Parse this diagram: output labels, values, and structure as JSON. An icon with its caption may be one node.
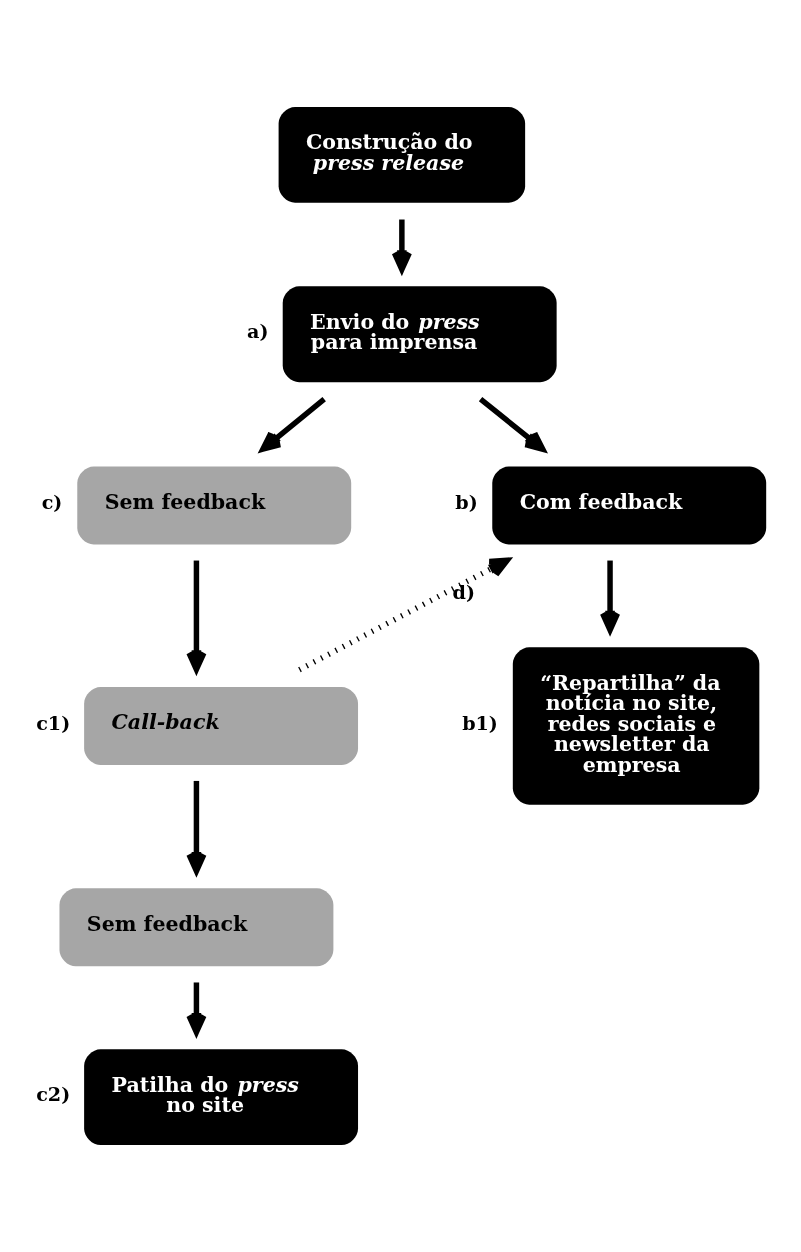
{
  "diagram": {
    "nodes": [
      {
        "text": [
          "Construção do *press release*"
        ]
      },
      {
        "text": [
          "Envio do *press* para imprensa"
        ],
        "beside": [
          "a)"
        ]
      },
      {
        "text": [
          "Sem feedback"
        ],
        "beside": [
          "c)"
        ]
      },
      {
        "text": [
          "Com feedback"
        ],
        "beside": [
          "b)"
        ]
      },
      {
        "text": [
          "Call-back"
        ],
        "beside": [
          "c1)"
        ]
      },
      {
        "text": [
          "“Repartilha” da notícia no site, redes sociais e newsletter da empresa"
        ],
        "beside": [
          "b1)"
        ]
      },
      {
        "text": [
          "Sem feedback"
        ]
      },
      {
        "text": [
          "Patilha do *press* no site"
        ],
        "beside": [
          "c2)"
        ]
      }
    ],
    "edges": [
      {
        "from": 0,
        "to": 1,
        "arrow": "to"
      },
      {
        "from": 1,
        "to": 2,
        "arrow": "to"
      },
      {
        "from": 1,
        "to": 3,
        "arrow": "to"
      },
      {
        "from": 2,
        "to": 4,
        "arrow": "to"
      },
      {
        "from": 4,
        "to": 3,
        "arrow": "to",
        "label": "d)",
        "style": "dashed"
      },
      {
        "from": 3,
        "to": 5,
        "arrow": "to"
      },
      {
        "from": 4,
        "to": 6,
        "arrow": "to"
      },
      {
        "from": 6,
        "to": 7,
        "arrow": "to"
      }
    ]
  }
}
